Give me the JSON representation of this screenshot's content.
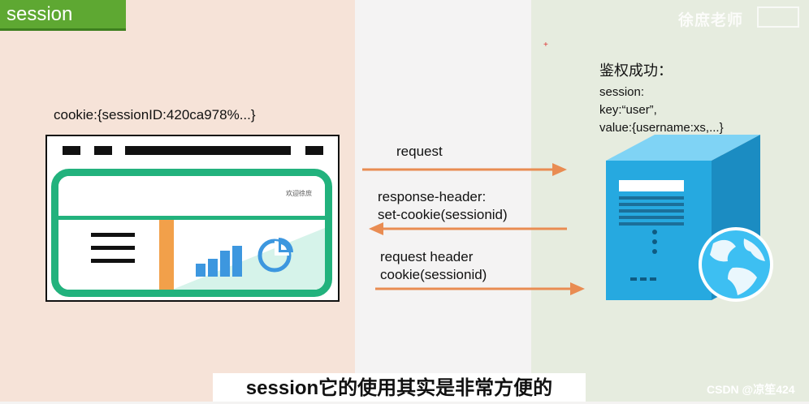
{
  "header": {
    "title": "session",
    "watermark": "徐庶老师"
  },
  "client": {
    "cookie_label": "cookie:{sessionID:420ca978%...}",
    "welcome_text": "欢迎徐庶"
  },
  "arrows": {
    "request": "request",
    "response_header": "response-header:",
    "set_cookie": "set-cookie(sessionid)",
    "request_header": "request header",
    "cookie_sessionid": "cookie(sessionid)"
  },
  "server": {
    "auth_title": "鉴权成功：",
    "line1": "session:",
    "line2": "key:“user”,",
    "line3": "value:{username:xs,...}"
  },
  "caption": "session它的使用其实是非常方便的",
  "credit": "CSDN @凉笙424",
  "colors": {
    "title_bg": "#5ea832",
    "screen_green": "#22b27d",
    "arrow_orange": "#e98c52",
    "server_blue": "#26a9e0"
  }
}
